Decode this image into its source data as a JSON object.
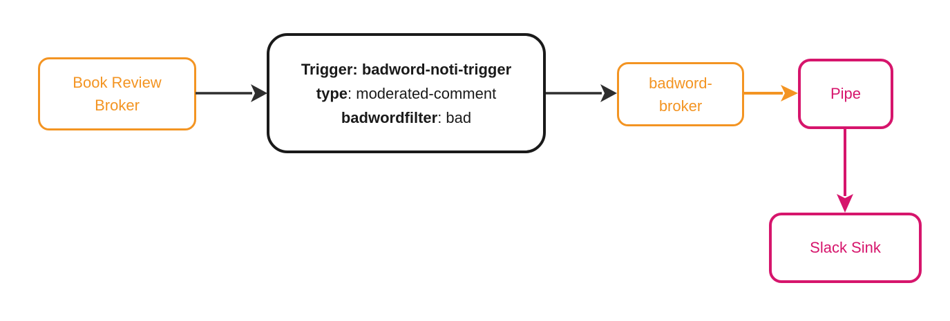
{
  "diagram": {
    "nodes": {
      "book_review_broker": {
        "lines": [
          "Book Review",
          "Broker"
        ]
      },
      "trigger": {
        "line1": "Trigger: badword-noti-trigger",
        "line2_key": "type",
        "line2_value": ": moderated-comment",
        "line3_key": "badwordfilter",
        "line3_value": ": bad"
      },
      "badword_broker": {
        "lines": [
          "badword-",
          "broker"
        ]
      },
      "pipe": {
        "label": "Pipe"
      },
      "slack_sink": {
        "label": "Slack Sink"
      }
    },
    "colors": {
      "orange": "#F39422",
      "pink": "#D6156C",
      "black": "#1A1A1A",
      "arrow_dark": "#2E2E2E"
    }
  }
}
